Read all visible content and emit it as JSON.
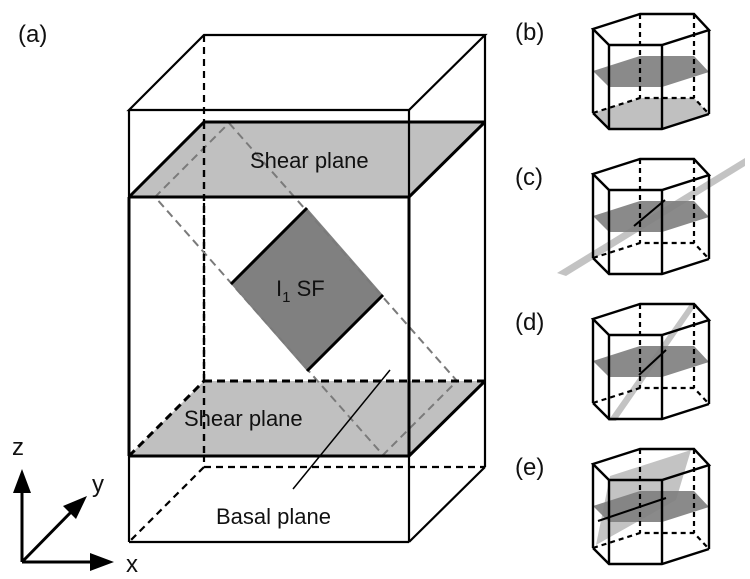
{
  "figure": {
    "colors": {
      "line": "#000000",
      "shear_plane_fill": "#c0c0c0",
      "stacking_fault_fill": "#808080",
      "dashed_outline": "#7a7a7a",
      "basal_plane_fill": "#808080",
      "secondary_plane_fill": "#bdbdbd"
    },
    "panel_a": {
      "label": "(a)",
      "upper_shear_plane_label": "Shear plane",
      "lower_shear_plane_label": "Shear plane",
      "stacking_fault_label_main": "I",
      "stacking_fault_label_sub": "1",
      "stacking_fault_label_rest": " SF",
      "basal_plane_label": "Basal plane",
      "axes": {
        "z": "z",
        "y": "y",
        "x": "x"
      }
    },
    "panels_right": [
      {
        "label": "(b)",
        "plane_type": "basal"
      },
      {
        "label": "(c)",
        "plane_type": "basal + tilted wide"
      },
      {
        "label": "(d)",
        "plane_type": "basal + steep narrow"
      },
      {
        "label": "(e)",
        "plane_type": "basal + tilted quad"
      }
    ]
  }
}
